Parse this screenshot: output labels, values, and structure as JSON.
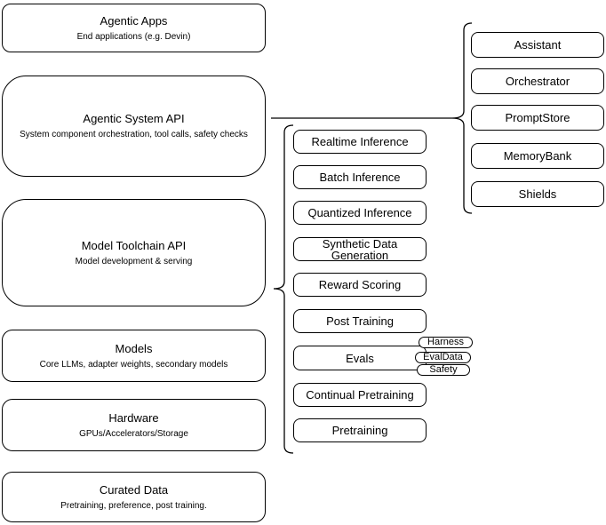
{
  "stack": [
    {
      "title": "Agentic Apps",
      "subtitle": "End applications (e.g. Devin)"
    },
    {
      "title": "Agentic System API",
      "subtitle": "System component orchestration, tool calls, safety checks"
    },
    {
      "title": "Model Toolchain API",
      "subtitle": "Model development & serving"
    },
    {
      "title": "Models",
      "subtitle": "Core LLMs, adapter weights, secondary models"
    },
    {
      "title": "Hardware",
      "subtitle": "GPUs/Accelerators/Storage"
    },
    {
      "title": "Curated Data",
      "subtitle": "Pretraining, preference, post training."
    }
  ],
  "toolchain_items": [
    "Realtime Inference",
    "Batch Inference",
    "Quantized Inference",
    "Synthetic Data Generation",
    "Reward Scoring",
    "Post Training",
    "Evals",
    "Continual Pretraining",
    "Pretraining"
  ],
  "evals_tags": [
    "Harness",
    "EvalData",
    "Safety"
  ],
  "system_components": [
    "Assistant",
    "Orchestrator",
    "PromptStore",
    "MemoryBank",
    "Shields"
  ],
  "colors": {
    "stroke": "#000000",
    "canvas": "#ffffff",
    "shape_fill": "#ffffff"
  }
}
